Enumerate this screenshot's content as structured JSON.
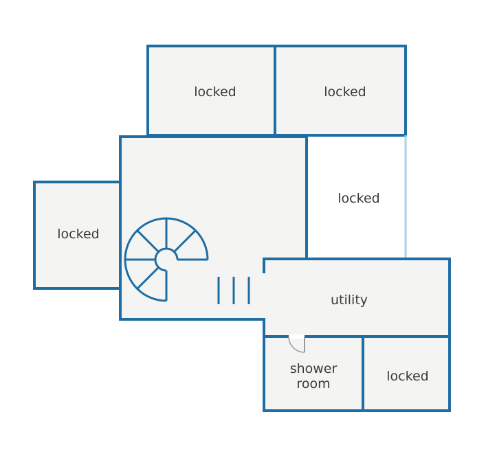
{
  "rooms": {
    "top_left": "locked",
    "top_right": "locked",
    "right_middle": "locked",
    "left": "locked",
    "utility": "utility",
    "shower_line1": "shower",
    "shower_line2": "room",
    "bottom_right": "locked"
  },
  "colors": {
    "wall": "#1e6ea3",
    "floor": "#f4f4f3",
    "light_wall": "#a9d3ea",
    "door": "#9a9a9a"
  }
}
